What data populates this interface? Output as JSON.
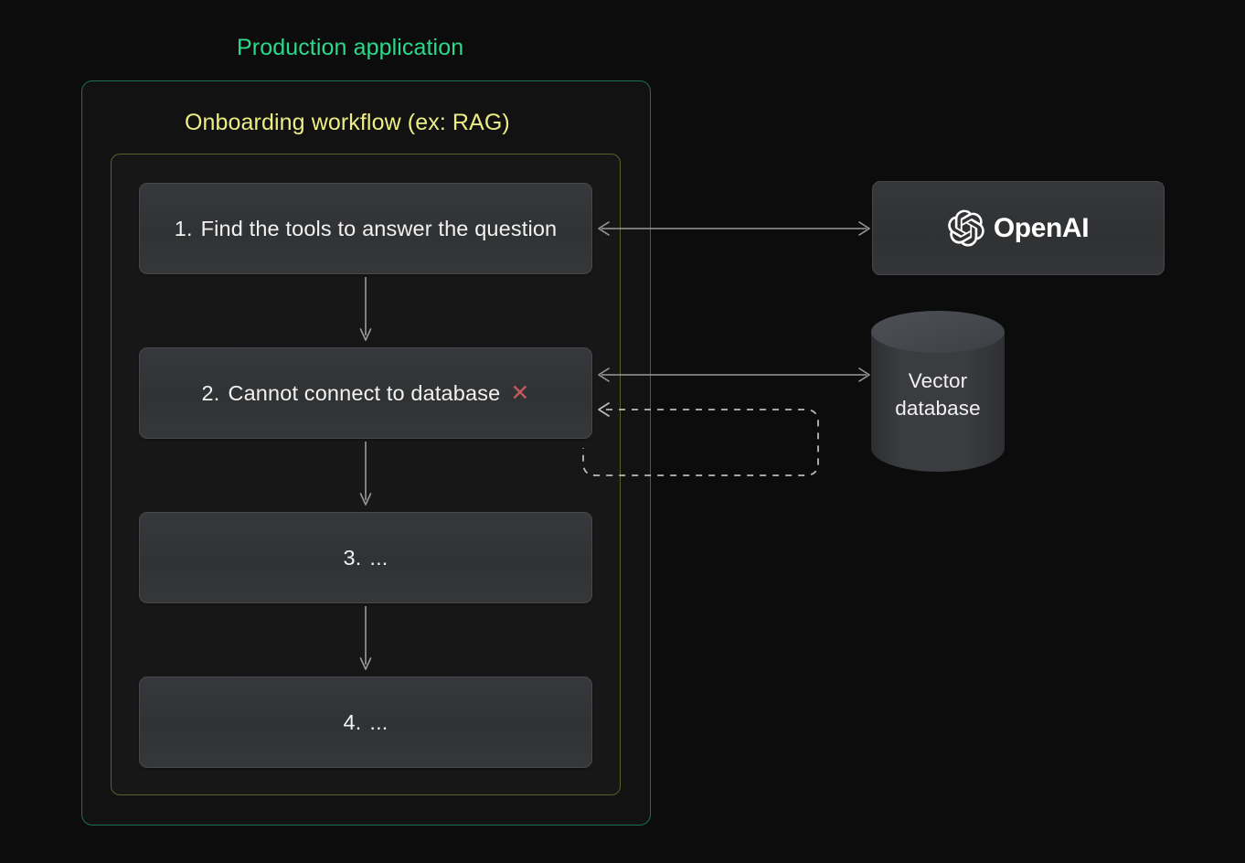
{
  "diagram": {
    "background_color": "#0c0c0c",
    "production_container": {
      "title": "Production application",
      "title_color": "#2bd98b",
      "border_color": "#1f6e50"
    },
    "workflow_container": {
      "title": "Onboarding workflow (ex: RAG)",
      "title_color": "#eded86",
      "border_color": "#5e5e2c"
    },
    "steps": [
      {
        "number": "1.",
        "text": "Find the tools to answer the question",
        "status": ""
      },
      {
        "number": "2.",
        "text": "Cannot connect to database",
        "status": "✕"
      },
      {
        "number": "3.",
        "text": "...",
        "status": ""
      },
      {
        "number": "4.",
        "text": "...",
        "status": ""
      }
    ],
    "failure_marker_color": "#c2585f",
    "external_services": {
      "openai": {
        "label": "OpenAI",
        "icon": "openai-blossom-icon"
      },
      "vector_database": {
        "label_line_1": "Vector",
        "label_line_2": "database",
        "icon": "database-cylinder-icon"
      }
    },
    "connectors": [
      {
        "name": "step-1-to-openai",
        "style": "solid",
        "arrowheads": "both"
      },
      {
        "name": "step-2-to-vector-database",
        "style": "solid",
        "arrowheads": "both"
      },
      {
        "name": "vector-database-error-feedback",
        "style": "dashed",
        "arrowheads": "left"
      },
      {
        "name": "step-1-to-step-2",
        "style": "solid",
        "arrowheads": "down"
      },
      {
        "name": "step-2-to-step-3",
        "style": "solid",
        "arrowheads": "down"
      },
      {
        "name": "step-3-to-step-4",
        "style": "solid",
        "arrowheads": "down"
      }
    ]
  }
}
